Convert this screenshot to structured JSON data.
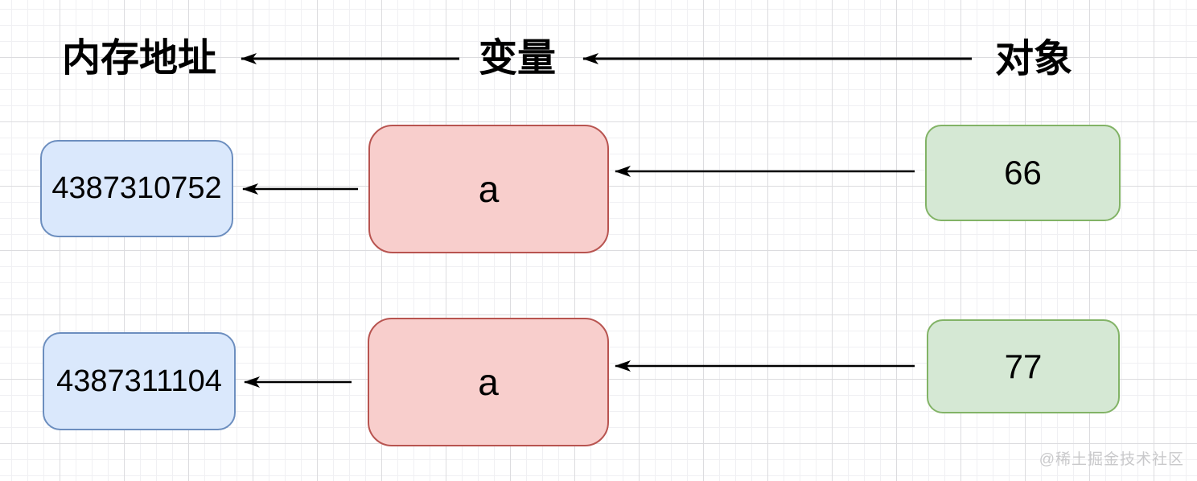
{
  "header": {
    "memory_address_label": "内存地址",
    "variable_label": "变量",
    "object_label": "对象"
  },
  "rows": [
    {
      "address": "4387310752",
      "variable": "a",
      "object": "66"
    },
    {
      "address": "4387311104",
      "variable": "a",
      "object": "77"
    }
  ],
  "watermark": "@稀土掘金技术社区",
  "colors": {
    "address-fill": "#dae8fc",
    "address-border": "#6c8ebf",
    "variable-fill": "#f8cecc",
    "variable-border": "#b85450",
    "object-fill": "#d5e8d4",
    "object-border": "#82b366",
    "arrow": "#000000",
    "grid-minor": "#f0f0f3",
    "grid-major": "#dcdcdf"
  }
}
